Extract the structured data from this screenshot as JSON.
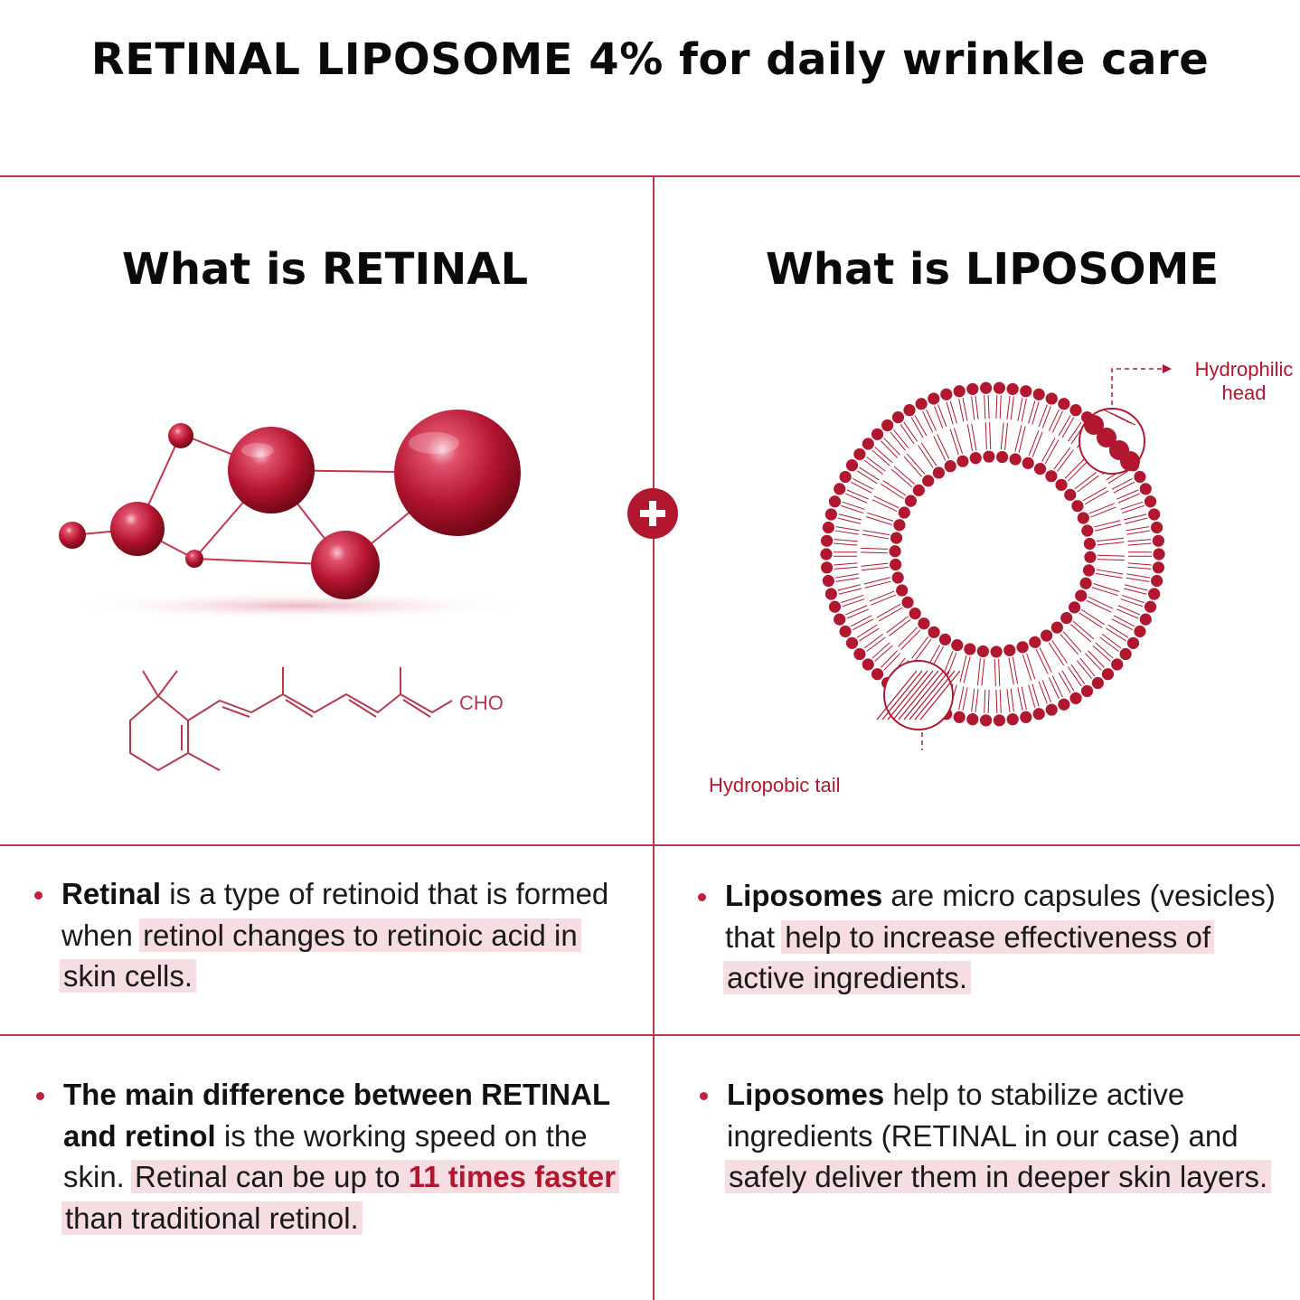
{
  "header": {
    "title": "RETINAL LIPOSOME 4% for daily wrinkle care"
  },
  "left": {
    "heading": "What is RETINAL",
    "formula_label": "CHO",
    "bullet1": {
      "bold": "Retinal",
      "text1": " is a type of retinoid that is formed when ",
      "highlight": "retinol changes to retinoic acid in skin cells."
    },
    "bullet2": {
      "bold": "The main difference between RETINAL and retinol",
      "text1": " is the working speed  on the skin. ",
      "highlight1": "Retinal can be up to ",
      "emphasis": "11 times faster",
      "highlight2": " than traditional retinol."
    }
  },
  "right": {
    "heading": "What is LIPOSOME",
    "label_head_line1": "Hydrophilic",
    "label_head_line2": "head",
    "label_tail": "Hydropobic tail",
    "bullet1": {
      "bold": "Liposomes",
      "text1": " are micro capsules (vesicles) that ",
      "highlight": "help to increase effectiveness of active ingredients."
    },
    "bullet2": {
      "bold": "Liposomes",
      "text1": " help to stabilize active ingredients (RETINAL in our case) and ",
      "highlight": "safely deliver them in deeper skin layers."
    }
  },
  "colors": {
    "accent": "#b1172f",
    "line": "#b5394e",
    "highlight": "#f6dde2"
  },
  "icons": {
    "molecule": "molecule-3d-illustration",
    "formula": "retinal-structural-formula",
    "liposome": "liposome-bilayer-diagram",
    "plus": "plus-icon"
  }
}
